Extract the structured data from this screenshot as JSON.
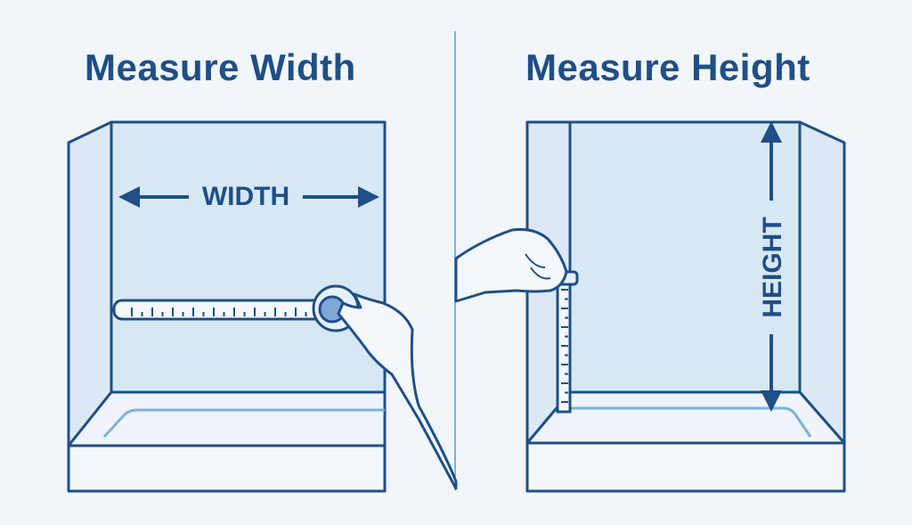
{
  "left_panel": {
    "title": "Measure Width",
    "label": "WIDTH"
  },
  "right_panel": {
    "title": "Measure Height",
    "label": "HEIGHT"
  },
  "colors": {
    "line": "#1f4f86",
    "wall": "#d7e8f5",
    "side": "#dde9f4",
    "background": "#f1f6fb",
    "accent": "#7fb0d8"
  }
}
